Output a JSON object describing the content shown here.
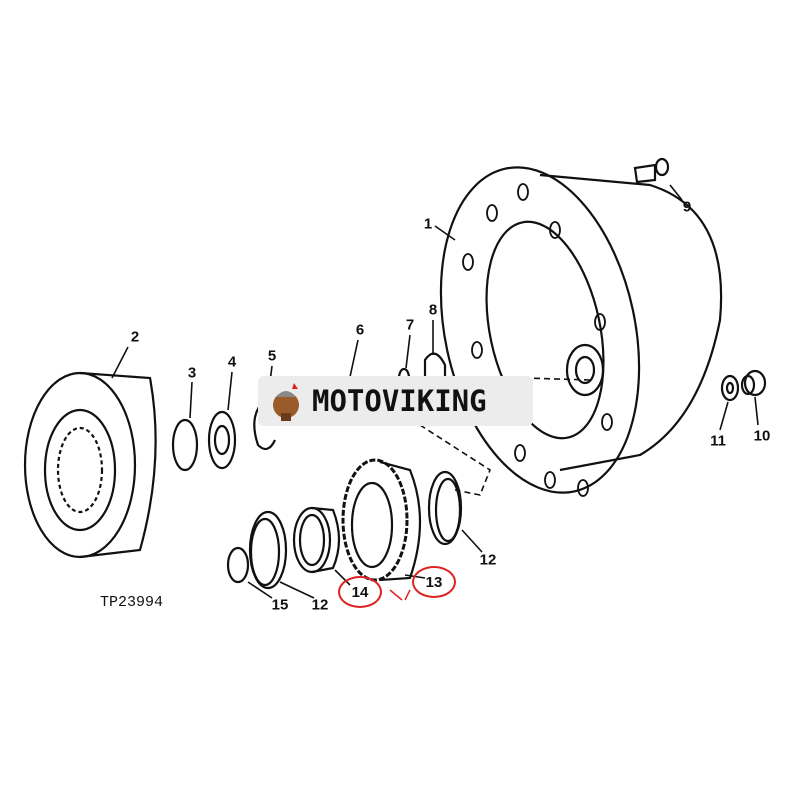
{
  "diagram": {
    "reference_code": "TP23994",
    "watermark": "MOTOVIKING",
    "labels": {
      "p1": "1",
      "p2": "2",
      "p3": "3",
      "p4": "4",
      "p5": "5",
      "p6": "6",
      "p7": "7",
      "p8": "8",
      "p9": "9",
      "p10": "10",
      "p11": "11",
      "p12a": "12",
      "p12b": "12",
      "p13": "13",
      "p14": "14",
      "p15": "15"
    },
    "highlight_color": "#dd2222"
  }
}
